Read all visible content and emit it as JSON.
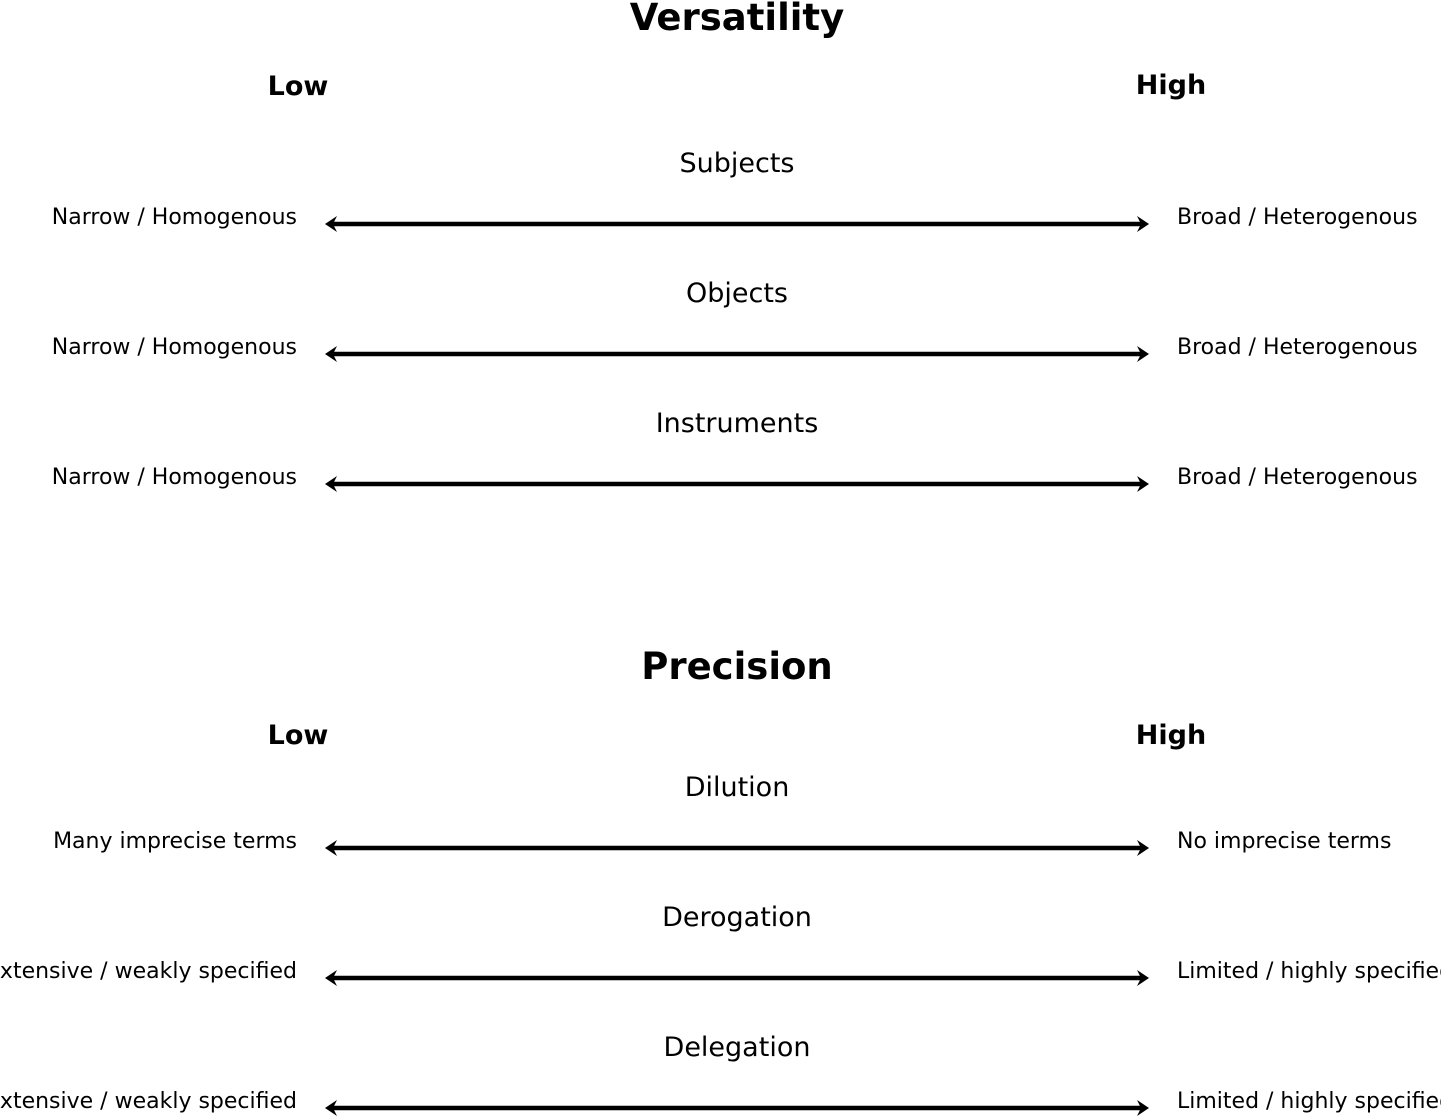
{
  "sections": [
    {
      "title": "Versatility",
      "low_label": "Low",
      "high_label": "High",
      "dimensions": [
        {
          "name": "Subjects",
          "low_end": "Narrow / Homogenous",
          "high_end": "Broad / Heterogenous"
        },
        {
          "name": "Objects",
          "low_end": "Narrow / Homogenous",
          "high_end": "Broad / Heterogenous"
        },
        {
          "name": "Instruments",
          "low_end": "Narrow / Homogenous",
          "high_end": "Broad / Heterogenous"
        }
      ]
    },
    {
      "title": "Precision",
      "low_label": "Low",
      "high_label": "High",
      "dimensions": [
        {
          "name": "Dilution",
          "low_end": "Many imprecise terms",
          "high_end": "No imprecise terms"
        },
        {
          "name": "Derogation",
          "low_end": "Extensive / weakly specified",
          "high_end": "Limited / highly specified"
        },
        {
          "name": "Delegation",
          "low_end": "Extensive / weakly specified",
          "high_end": "Limited / highly specified"
        }
      ]
    }
  ]
}
